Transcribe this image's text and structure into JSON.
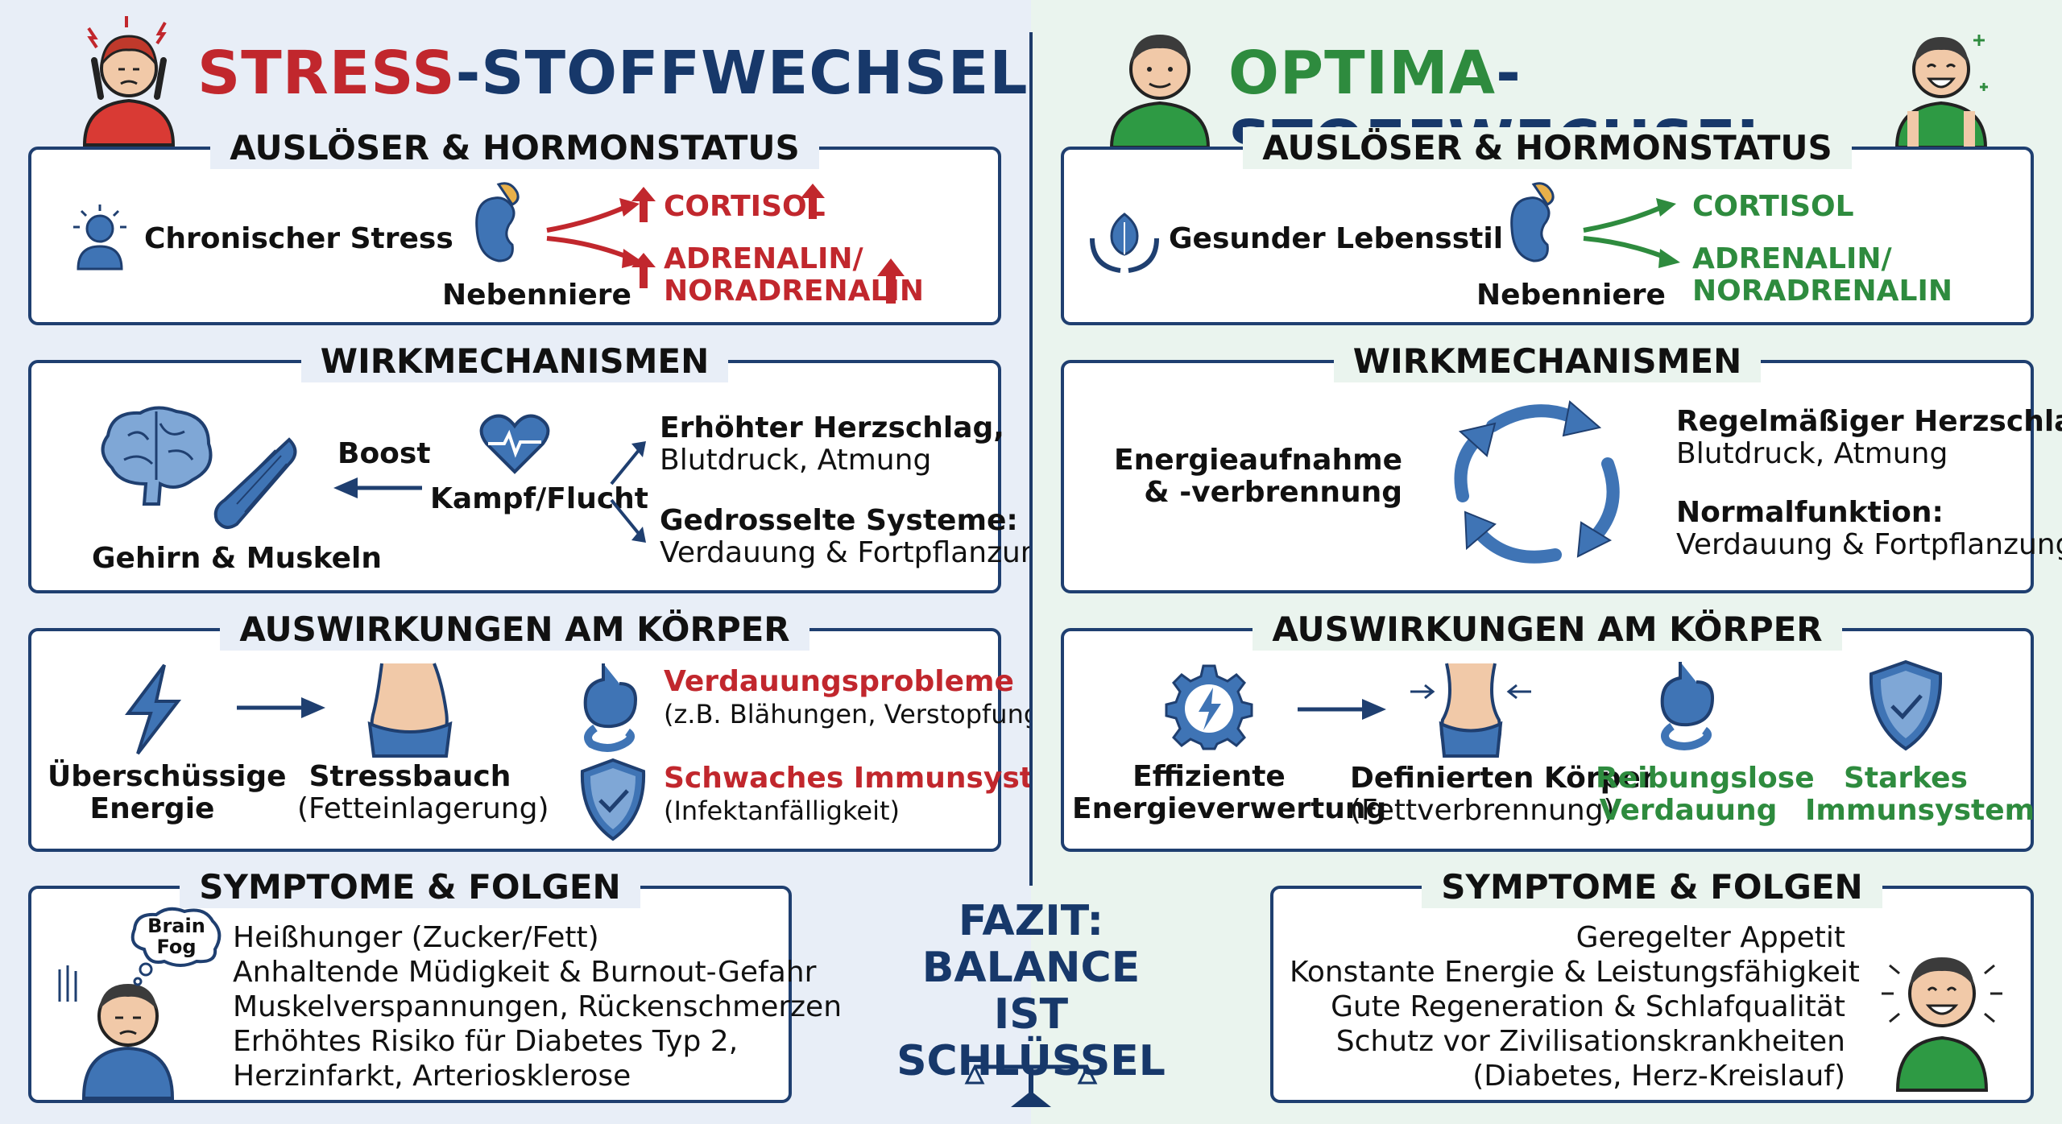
{
  "left": {
    "title_accent": "STRESS",
    "title_rest": "-STOFFWECHSEL",
    "box1": {
      "title": "AUSLÖSER & HORMONSTATUS",
      "trigger": "Chronischer Stress",
      "organ": "Nebenniere",
      "hormone1": "CORTISOL",
      "hormone2_line1": "ADRENALIN/",
      "hormone2_line2": "NORADRENALIN"
    },
    "box2": {
      "title": "WIRKMECHANISMEN",
      "organs": "Gehirn & Muskeln",
      "boost": "Boost",
      "fight": "Kampf/Flucht",
      "effect1_bold": "Erhöhter Herzschlag,",
      "effect1_sub": "Blutdruck, Atmung",
      "effect2_bold": "Gedrosselte Systeme:",
      "effect2_sub": "Verdauung & Fortpflanzung"
    },
    "box3": {
      "title": "AUSWIRKUNGEN AM KÖRPER",
      "energy_line1": "Überschüssige",
      "energy_line2": "Energie",
      "belly": "Stressbauch",
      "belly_sub": "(Fetteinlagerung)",
      "digest": "Verdauungsprobleme",
      "digest_sub": "(z.B. Blähungen, Verstopfung)",
      "immune": "Schwaches Immunsystem",
      "immune_sub": "(Infektanfälligkeit)"
    },
    "box4": {
      "title": "SYMPTOME & FOLGEN",
      "bubble_line1": "Brain",
      "bubble_line2": "Fog",
      "items": [
        "Heißhunger (Zucker/Fett)",
        "Anhaltende Müdigkeit & Burnout-Gefahr",
        "Muskelverspannungen, Rückenschmerzen",
        "Erhöhtes Risiko für Diabetes Typ 2,",
        "Herzinfarkt, Arteriosklerose"
      ]
    }
  },
  "right": {
    "title_accent": "OPTIMA",
    "title_rest": "-STOFFWECHSEL",
    "box1": {
      "title": "AUSLÖSER & HORMONSTATUS",
      "trigger": "Gesunder Lebensstil",
      "organ": "Nebenniere",
      "hormone1": "CORTISOL",
      "hormone2_line1": "ADRENALIN/",
      "hormone2_line2": "NORADRENALIN"
    },
    "box2": {
      "title": "WIRKMECHANISMEN",
      "energy_line1": "Energieaufnahme",
      "energy_line2": "& -verbrennung",
      "effect1_bold": "Regelmäßiger Herzschlag,",
      "effect1_sub": "Blutdruck, Atmung",
      "effect2_bold": "Normalfunktion:",
      "effect2_sub": "Verdauung & Fortpflanzung"
    },
    "box3": {
      "title": "AUSWIRKUNGEN AM KÖRPER",
      "energy_line1": "Effiziente",
      "energy_line2": "Energieverwertung",
      "body": "Definierten Körper",
      "body_sub": "(Fettverbrennung)",
      "digest_line1": "Reibungslose",
      "digest_line2": "Verdauung",
      "immune_line1": "Starkes",
      "immune_line2": "Immunsystem"
    },
    "box4": {
      "title": "SYMPTOME & FOLGEN",
      "items": [
        "Geregelter Appetit",
        "Konstante Energie & Leistungsfähigkeit",
        "Gute Regeneration & Schlafqualität",
        "Schutz vor Zivilisationskrankheiten",
        "(Diabetes, Herz-Kreislauf)"
      ]
    }
  },
  "fazit": {
    "line1": "FAZIT:",
    "line2": "BALANCE IST",
    "line3": "SCHLÜSSEL"
  },
  "colors": {
    "navy": "#17386a",
    "red": "#c1272d",
    "green": "#2e8b3e",
    "icon_blue": "#3f74b5"
  }
}
